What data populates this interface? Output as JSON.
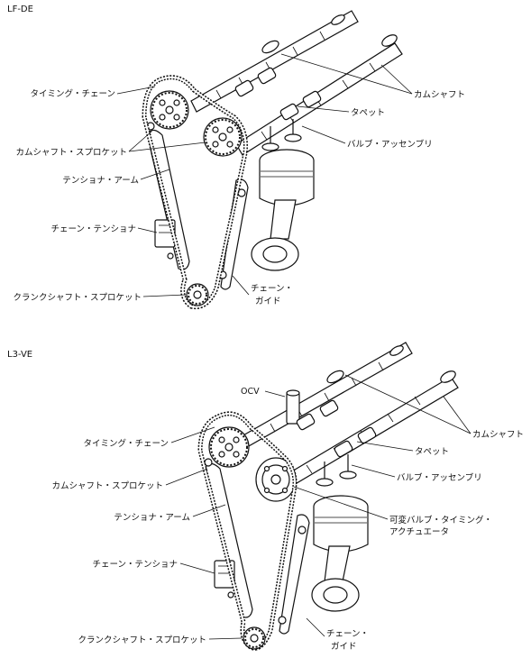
{
  "diagrams": [
    {
      "title": "LF-DE",
      "labels": {
        "timing_chain": "タイミング・チェーン",
        "camshaft_sprocket": "カムシャフト・スプロケット",
        "tensioner_arm": "テンショナ・アーム",
        "chain_tensioner": "チェーン・テンショナ",
        "crankshaft_sprocket": "クランクシャフト・スプロケット",
        "camshaft": "カムシャフト",
        "tappet": "タペット",
        "valve_assembly": "バルブ・アッセンブリ",
        "chain_guide_line1": "チェーン・",
        "chain_guide_line2": "ガイド"
      }
    },
    {
      "title": "L3-VE",
      "labels": {
        "ocv": "OCV",
        "timing_chain": "タイミング・チェーン",
        "camshaft_sprocket": "カムシャフト・スプロケット",
        "tensioner_arm": "テンショナ・アーム",
        "chain_tensioner": "チェーン・テンショナ",
        "crankshaft_sprocket": "クランクシャフト・スプロケット",
        "camshaft": "カムシャフト",
        "tappet": "タペット",
        "valve_assembly": "バルブ・アッセンブリ",
        "vvt_actuator_line1": "可変バルブ・タイミング・",
        "vvt_actuator_line2": "アクチュエータ",
        "chain_guide_line1": "チェーン・",
        "chain_guide_line2": "ガイド"
      }
    }
  ]
}
